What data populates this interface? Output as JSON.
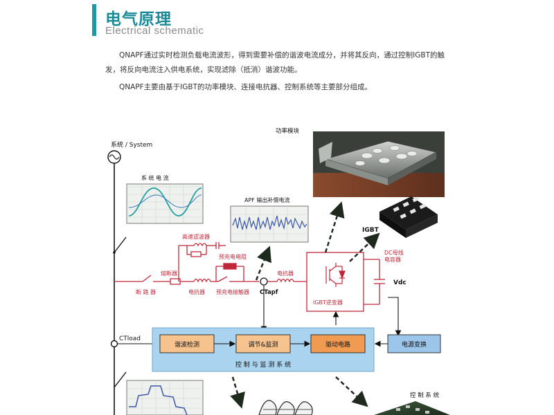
{
  "header": {
    "title": "电气原理",
    "subtitle": "Electrical schematic"
  },
  "intro": {
    "paragraph_1": "QNAPF通过实时检测负载电流波形，得到需要补偿的谐波电流成分，并将其反向，通过控制IGBT的触发，将反向电流注入供电系统，实现滤除（抵消）谐波功能。",
    "paragraph_2": "QNAPF主要由基于IGBT的功率模块、连接电抗器、控制系统等主要部分组成。"
  },
  "diagram": {
    "system_label": "系统 / System",
    "system_current_label": "系 统 电 流",
    "apf_output_label": "APF 输出补偿电流",
    "power_module_label": "功率模块",
    "igbt_label": "IGBT",
    "high_speed_filter_label": "高速滤波器",
    "precharge_resistor_label": "预充电电阻",
    "fuse_label": "熔断器",
    "breaker_label": "断 路 器",
    "reactor_label": "电抗器",
    "reactor_label_2": "电抗器",
    "precharge_contactor_label": "预充电接触器",
    "ctapf_label": "CTapf",
    "igbt_inverter_label": "IGBT逆变器",
    "dc_capacitor_label_1": "DC母线",
    "dc_capacitor_label_2": "电容器",
    "vdc_label": "Vdc",
    "ctload_label": "CTload",
    "harmonic_detect_label": "谐波检测",
    "regulate_monitor_label": "调节&监测",
    "drive_circuit_label": "驱动电路",
    "power_convert_label": "电源变换",
    "control_monitor_system_label": "控 制 与 监 测 系 统",
    "control_system_label": "控 制 系 统"
  },
  "colors": {
    "accent": "#1a9aa6",
    "circuit_red": "#c0283a",
    "panel_blue": "#a9d3ee",
    "block_orange": "#f6c38e",
    "drive_orange": "#f19a52",
    "power_convert_blue": "#9cc5ea"
  }
}
